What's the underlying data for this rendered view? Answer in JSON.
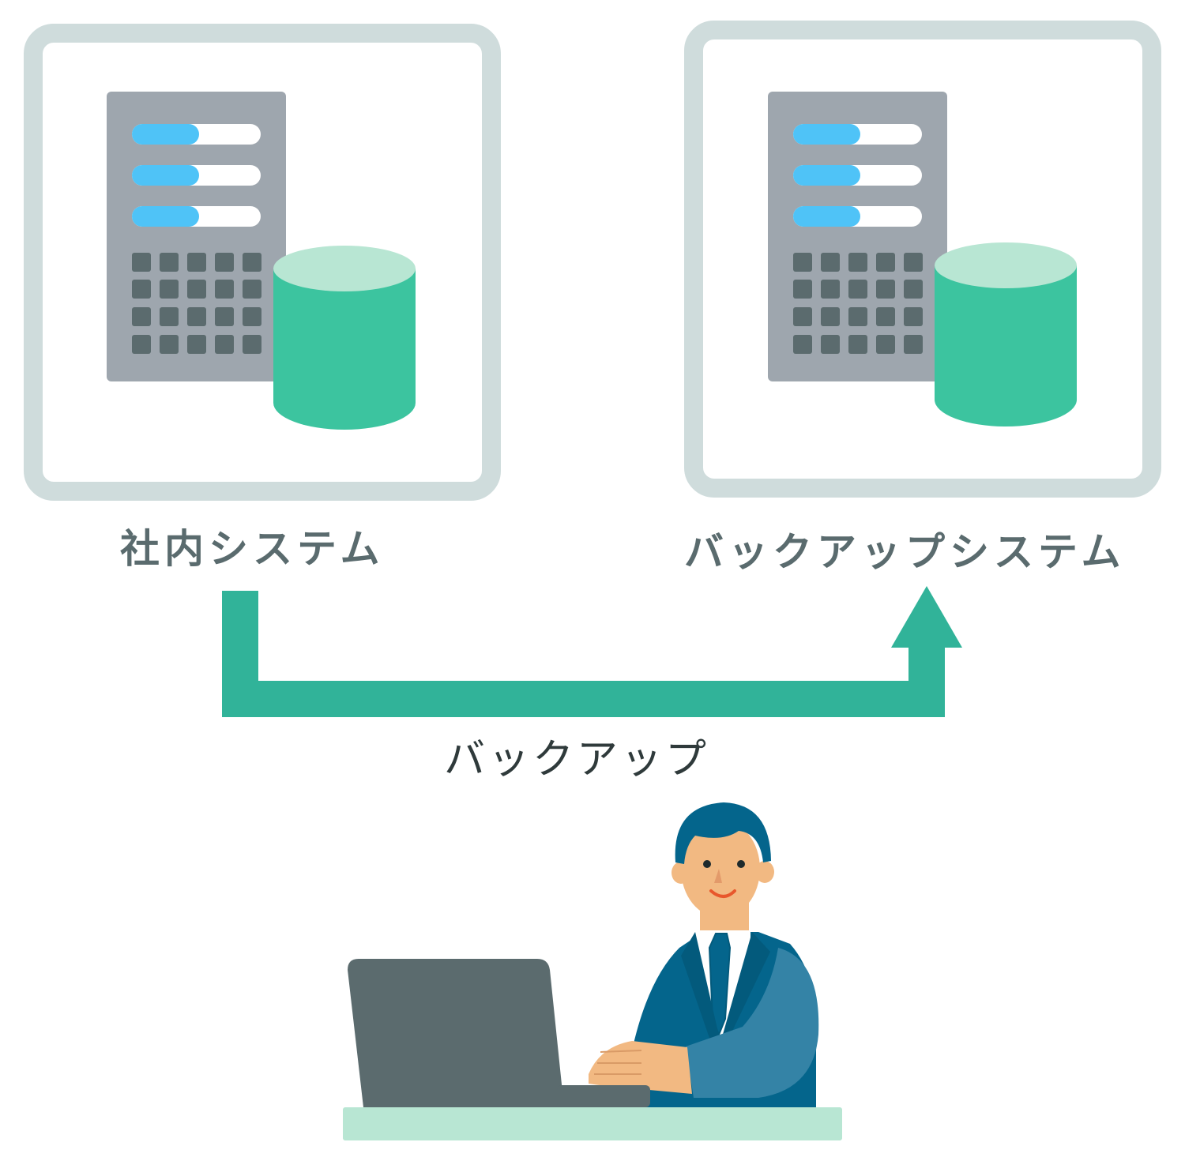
{
  "labels": {
    "internal_system": "社内システム",
    "backup_system": "バックアップシステム",
    "backup_action": "バックアップ"
  },
  "colors": {
    "panel_border": "#cfdcdc",
    "server_body": "#9ea6ae",
    "server_slot_blue": "#4fc3f7",
    "server_grid": "#5b6b6e",
    "db_body": "#3cc49f",
    "db_top": "#b8e6d3",
    "arrow": "#31b399",
    "label_text": "#5a6b6e",
    "laptop": "#5b6b6e",
    "desk": "#b8e6d3",
    "suit": "#04658c",
    "skin": "#f2b982",
    "hair": "#04658c"
  },
  "icons": [
    "server-icon",
    "database-icon",
    "arrow-icon",
    "person-icon",
    "laptop-icon"
  ]
}
